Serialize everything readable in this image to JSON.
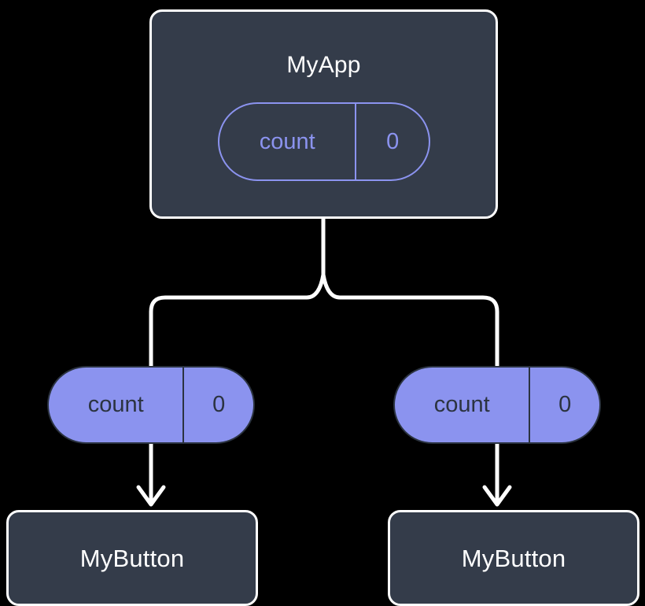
{
  "diagram": {
    "type": "component-state-tree",
    "background_color": "#000000",
    "colors": {
      "component_fill": "#343c4a",
      "component_border": "#ffffff",
      "component_text": "#ffffff",
      "state_accent": "#8b93ef",
      "state_text_dark": "#2b3340",
      "connector": "#ffffff"
    },
    "root": {
      "name": "MyApp",
      "state": {
        "key": "count",
        "value": "0"
      }
    },
    "branches": [
      {
        "state": {
          "key": "count",
          "value": "0"
        },
        "child": {
          "name": "MyButton"
        }
      },
      {
        "state": {
          "key": "count",
          "value": "0"
        },
        "child": {
          "name": "MyButton"
        }
      }
    ]
  }
}
